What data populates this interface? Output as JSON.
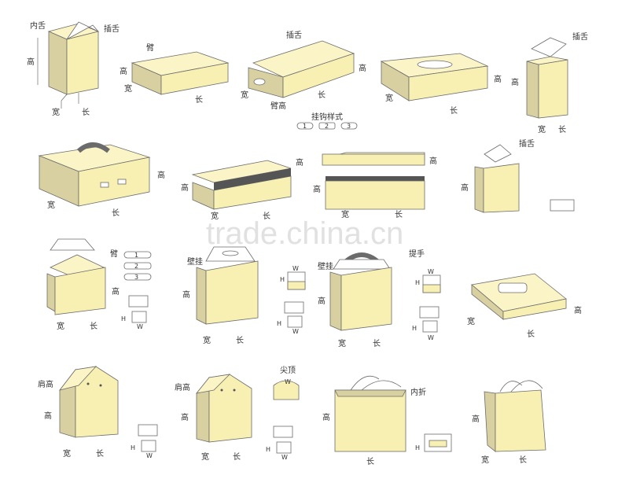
{
  "watermark": "trade.china.cn",
  "labels": {
    "nei_she": "内舌",
    "cha_she": "插舌",
    "gao": "高",
    "kuan": "宽",
    "chang": "长",
    "bi": "臂",
    "bi_gao": "臂高",
    "gua_gou": "挂钩样式",
    "bi_gua": "壁挂",
    "ti_gua": "提手",
    "jian_gao": "肩高",
    "jian_ding": "尖顶",
    "nei_zhe": "内折",
    "H": "H",
    "W": "W",
    "n1": "1",
    "n2": "2",
    "n3": "3"
  },
  "colors": {
    "box_front": "#f8efb2",
    "box_side": "#d8d0a0",
    "box_top": "#fbf4c6",
    "outline": "#6b6b6b"
  }
}
